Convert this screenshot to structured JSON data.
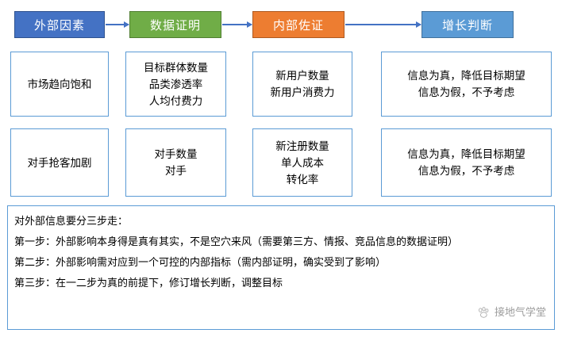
{
  "diagram": {
    "columns": [
      {
        "key": "external",
        "header": "外部因素",
        "color": "#4472C4"
      },
      {
        "key": "data",
        "header": "数据证明",
        "color": "#70AD47"
      },
      {
        "key": "internal",
        "header": "内部佐证",
        "color": "#ED7D31"
      },
      {
        "key": "judgement",
        "header": "增长判断",
        "color": "#5B9BD5"
      }
    ],
    "arrows": [
      {
        "from": "外部因素",
        "to": "数据证明"
      },
      {
        "from": "数据证明",
        "to": "内部佐证"
      },
      {
        "from": "内部佐证",
        "to": "增长判断"
      }
    ],
    "rows": [
      {
        "cells": [
          {
            "lines": [
              "市场趋向饱和"
            ]
          },
          {
            "lines": [
              "目标群体数量",
              "品类渗透率",
              "人均付费力"
            ]
          },
          {
            "lines": [
              "新用户数量",
              "新用户消费力"
            ]
          },
          {
            "lines": [
              "信息为真，降低目标期望",
              "信息为假，不予考虑"
            ]
          }
        ]
      },
      {
        "cells": [
          {
            "lines": [
              "对手抢客加剧"
            ]
          },
          {
            "lines": [
              "对手数量",
              "对手"
            ]
          },
          {
            "lines": [
              "新注册数量",
              "单人成本",
              "转化率"
            ]
          },
          {
            "lines": [
              "信息为真，降低目标期望",
              "信息为假，不予考虑"
            ]
          }
        ]
      }
    ]
  },
  "note": {
    "lines": [
      "对外部信息要分三步走：",
      "第一步：外部影响本身得是真有其实，不是空穴来风（需要第三方、情报、竞品信息的数据证明）",
      "第二步：外部影响需对应到一个可控的内部指标（需内部证明，确实受到了影响）",
      "第三步：在一二步为真的前提下，修订增长判断，调整目标"
    ]
  },
  "watermark": {
    "text": "接地气学堂",
    "icon": "paw-icon"
  },
  "theme": {
    "header_blue": "#4472C4",
    "header_green": "#70AD47",
    "header_orange": "#ED7D31",
    "header_light_blue": "#5B9BD5",
    "box_border": "#5B9BD5",
    "arrow_color": "#4472C4",
    "text_color": "#000000",
    "background": "#FFFFFF"
  }
}
